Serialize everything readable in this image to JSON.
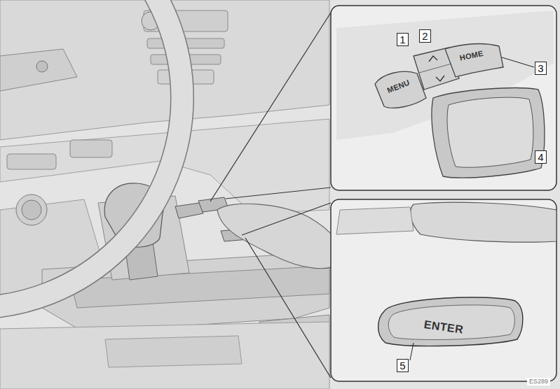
{
  "diagram": {
    "labels": [
      "1",
      "2",
      "3",
      "4",
      "5",
      "MENU",
      "HOME",
      "ENTER",
      "ES289"
    ]
  }
}
